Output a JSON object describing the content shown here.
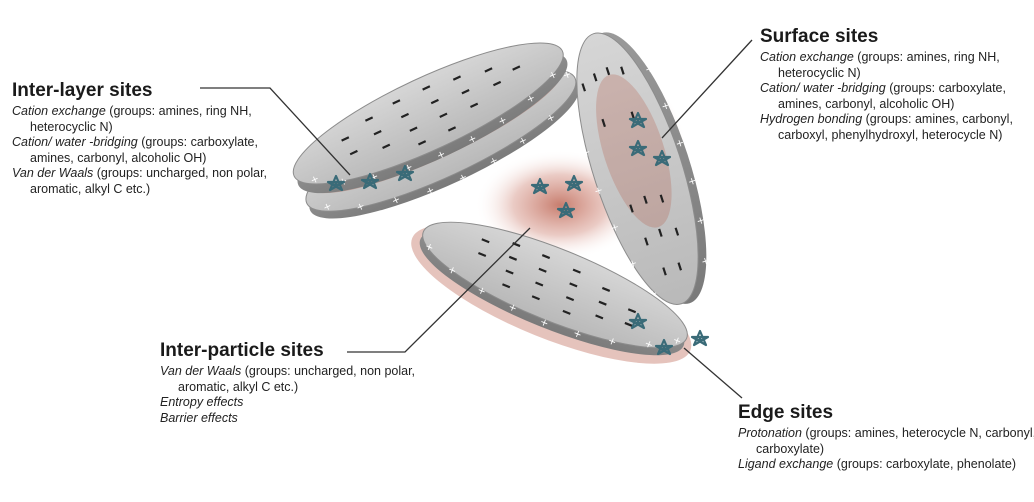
{
  "sites": {
    "interlayer": {
      "title": "Inter-layer sites",
      "entries": [
        {
          "term": "Cation exchange",
          "detail": " (groups: amines, ring NH, heterocyclic N)"
        },
        {
          "term": "Cation/ water -bridging",
          "detail": " (groups: carboxylate, amines, carbonyl, alcoholic OH)"
        },
        {
          "term": "Van der Waals",
          "detail": " (groups: uncharged, non polar, aromatic, alkyl C etc.)"
        }
      ]
    },
    "surface": {
      "title": "Surface sites",
      "entries": [
        {
          "term": "Cation exchange",
          "detail": " (groups: amines, ring NH, heterocyclic N)"
        },
        {
          "term": "Cation/ water -bridging",
          "detail": " (groups: carboxylate, amines, carbonyl, alcoholic OH)"
        },
        {
          "term": "Hydrogen bonding",
          "detail": " (groups: amines, carbonyl, carboxyl, phenylhydroxyl, heterocycle N)"
        }
      ]
    },
    "interparticle": {
      "title": "Inter-particle sites",
      "entries": [
        {
          "term": "Van der Waals",
          "detail": " (groups: uncharged, non polar, aromatic, alkyl C etc.)"
        },
        {
          "term": "Entropy effects",
          "detail": ""
        },
        {
          "term": "Barrier effects",
          "detail": ""
        }
      ]
    },
    "edge": {
      "title": "Edge sites",
      "entries": [
        {
          "term": "Protonation",
          "detail": " (groups: amines, heterocycle N, carbonyl, carboxylate)"
        },
        {
          "term": "Ligand exchange",
          "detail": " (groups: carboxylate, phenolate)"
        }
      ]
    }
  },
  "colors": {
    "platelet_fill": "#c8c8c8",
    "platelet_edge": "#8c8c8c",
    "glow": "#b5533f",
    "molecule": "#3a6b78",
    "leader": "#333333"
  }
}
